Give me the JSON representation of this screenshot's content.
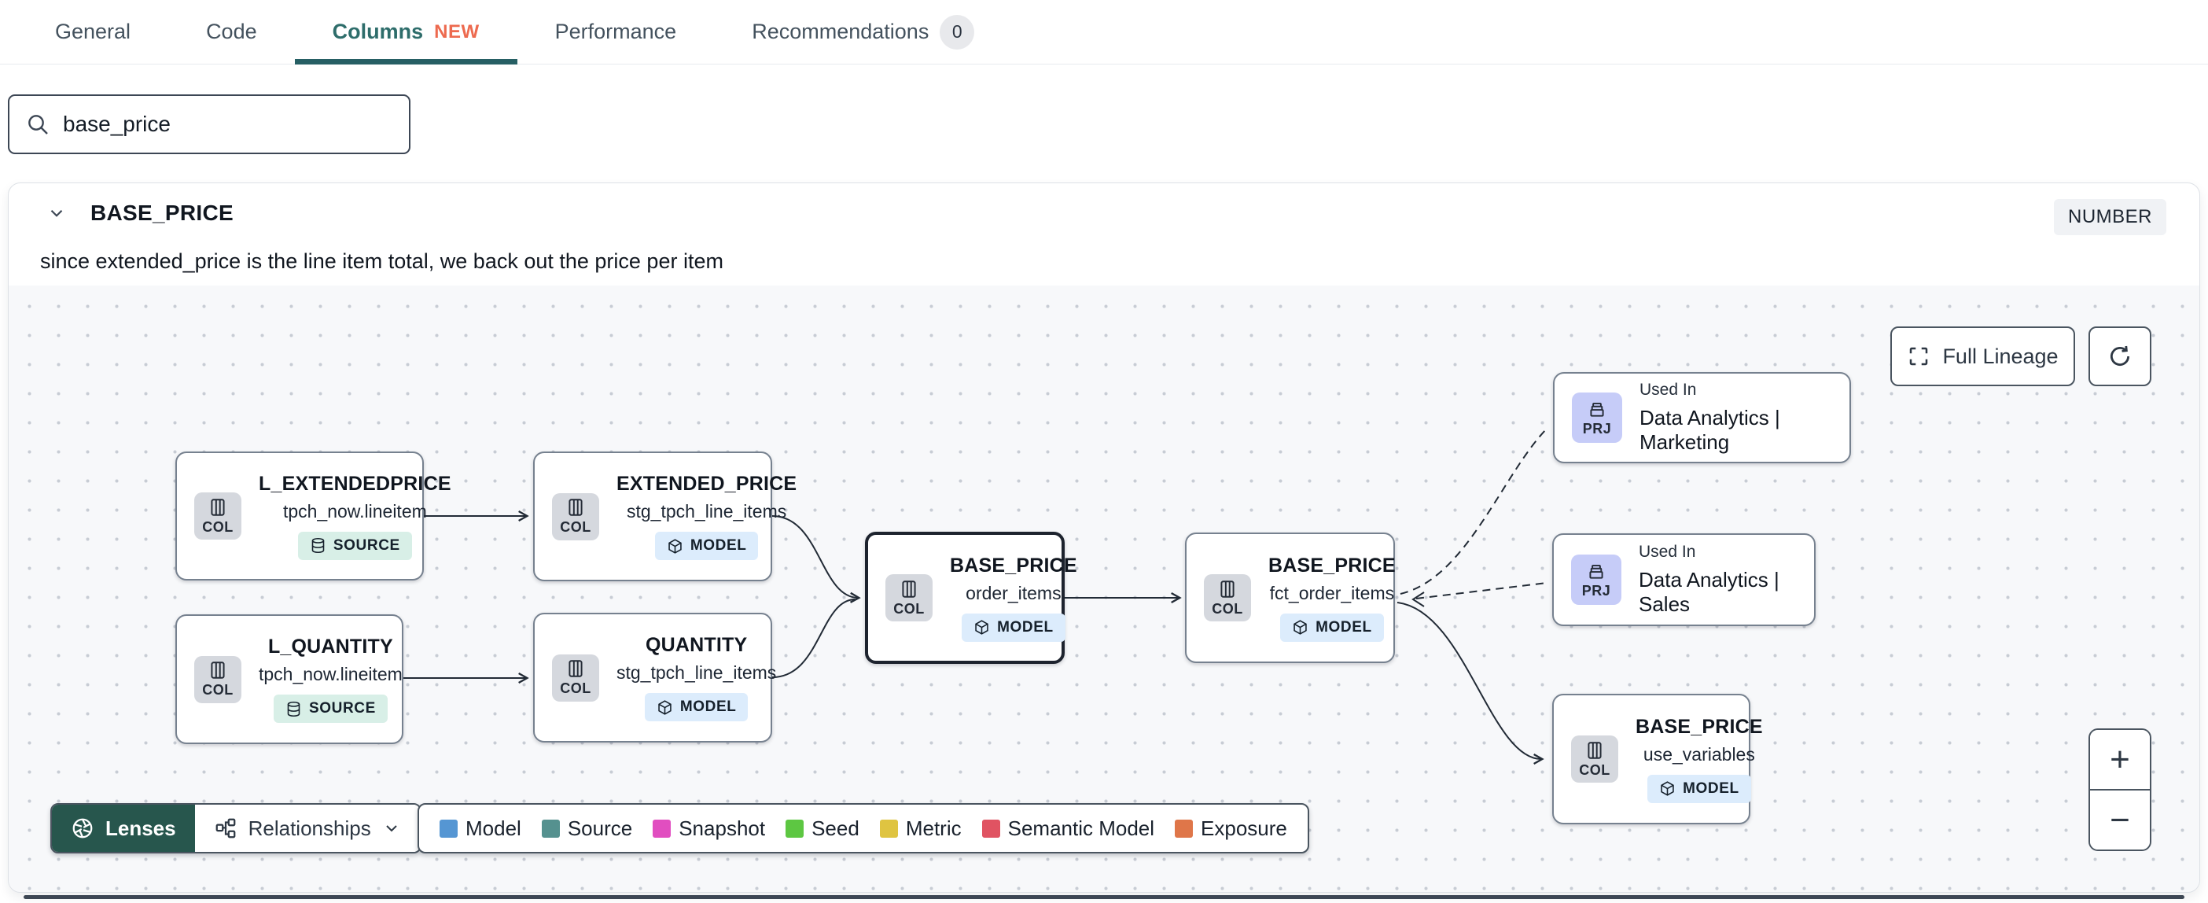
{
  "tab_bar": {
    "tabs": [
      {
        "label": "General"
      },
      {
        "label": "Code"
      },
      {
        "label": "Columns",
        "badge": "NEW"
      },
      {
        "label": "Performance"
      },
      {
        "label": "Recommendations",
        "count": "0"
      }
    ]
  },
  "search": {
    "value": "base_price"
  },
  "column_panel": {
    "name": "BASE_PRICE",
    "type": "NUMBER",
    "description": "since extended_price is the line item total, we back out the price per item"
  },
  "lineage": {
    "buttons": {
      "full_lineage": "Full Lineage",
      "zoom_in": "+",
      "zoom_out": "−",
      "lenses": "Lenses",
      "relationships": "Relationships"
    },
    "badge_labels": {
      "col": "COL",
      "prj": "PRJ"
    },
    "nodes": [
      {
        "title": "L_EXTENDEDPRICE",
        "subtitle": "tpch_now.lineitem",
        "badge": "SOURCE"
      },
      {
        "title": "L_QUANTITY",
        "subtitle": "tpch_now.lineitem",
        "badge": "SOURCE"
      },
      {
        "title": "EXTENDED_PRICE",
        "subtitle": "stg_tpch_line_items",
        "badge": "MODEL"
      },
      {
        "title": "QUANTITY",
        "subtitle": "stg_tpch_line_items",
        "badge": "MODEL"
      },
      {
        "title": "BASE_PRICE",
        "subtitle": "order_items",
        "badge": "MODEL"
      },
      {
        "title": "BASE_PRICE",
        "subtitle": "fct_order_items",
        "badge": "MODEL"
      },
      {
        "title": "Used In",
        "subtitle": "Data Analytics | Marketing",
        "badge": "PRJ"
      },
      {
        "title": "Used In",
        "subtitle": "Data Analytics | Sales",
        "badge": "PRJ"
      },
      {
        "title": "BASE_PRICE",
        "subtitle": "use_variables",
        "badge": "MODEL"
      }
    ],
    "legend": [
      {
        "label": "Model",
        "color": "#5596d3"
      },
      {
        "label": "Source",
        "color": "#55918f"
      },
      {
        "label": "Snapshot",
        "color": "#e14ec0"
      },
      {
        "label": "Seed",
        "color": "#5dc742"
      },
      {
        "label": "Metric",
        "color": "#dfc441"
      },
      {
        "label": "Semantic Model",
        "color": "#e05362"
      },
      {
        "label": "Exposure",
        "color": "#df7649"
      }
    ]
  }
}
